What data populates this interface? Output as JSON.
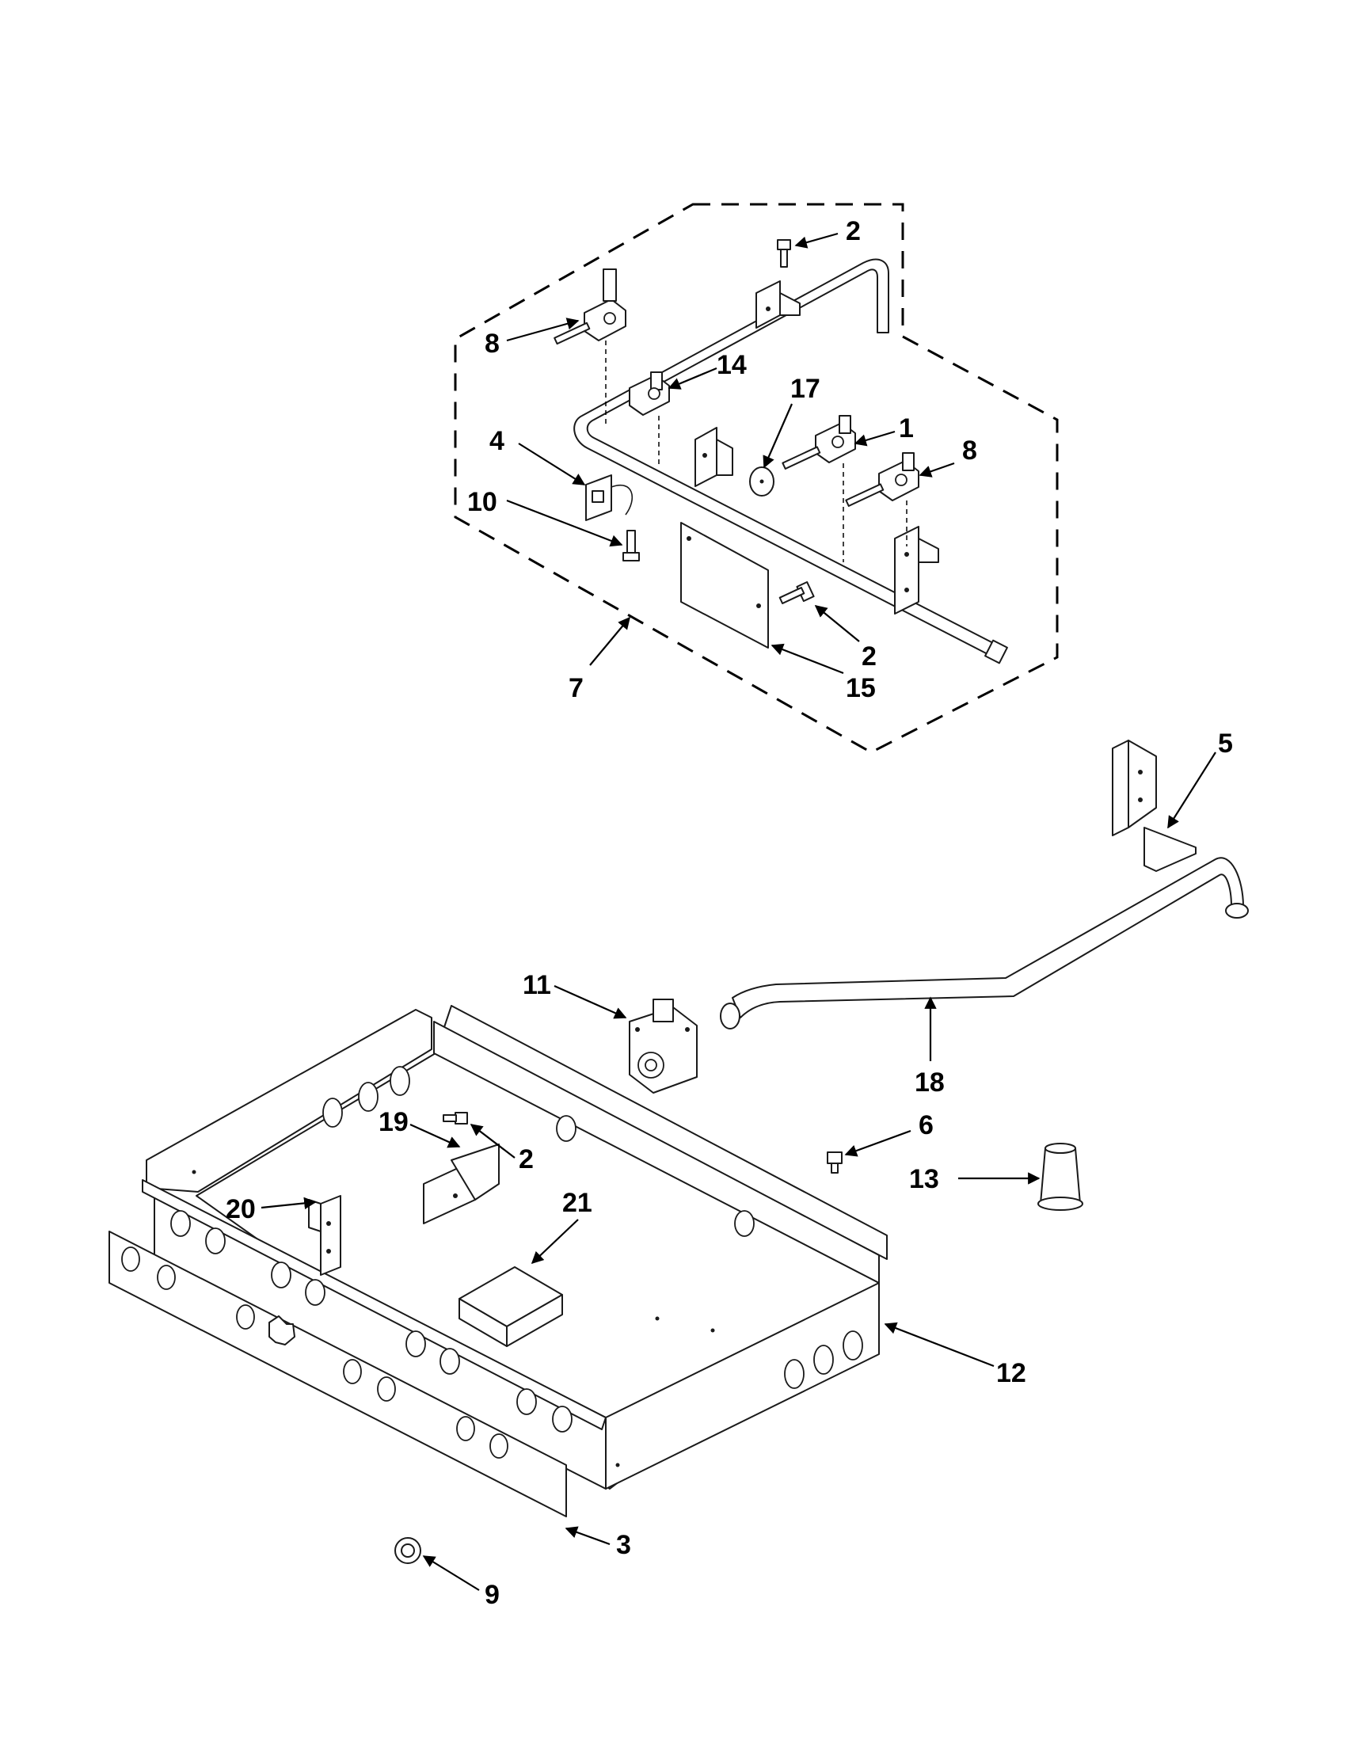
{
  "colors": {
    "line": "#1a1a1a",
    "background": "#ffffff"
  },
  "callouts": {
    "c1": "1",
    "c2a": "2",
    "c2b": "2",
    "c2c": "2",
    "c3": "3",
    "c4": "4",
    "c5": "5",
    "c6": "6",
    "c7": "7",
    "c8a": "8",
    "c8b": "8",
    "c9": "9",
    "c10": "10",
    "c11": "11",
    "c12": "12",
    "c13": "13",
    "c14": "14",
    "c15": "15",
    "c17": "17",
    "c18": "18",
    "c19": "19",
    "c20": "20",
    "c21": "21"
  }
}
